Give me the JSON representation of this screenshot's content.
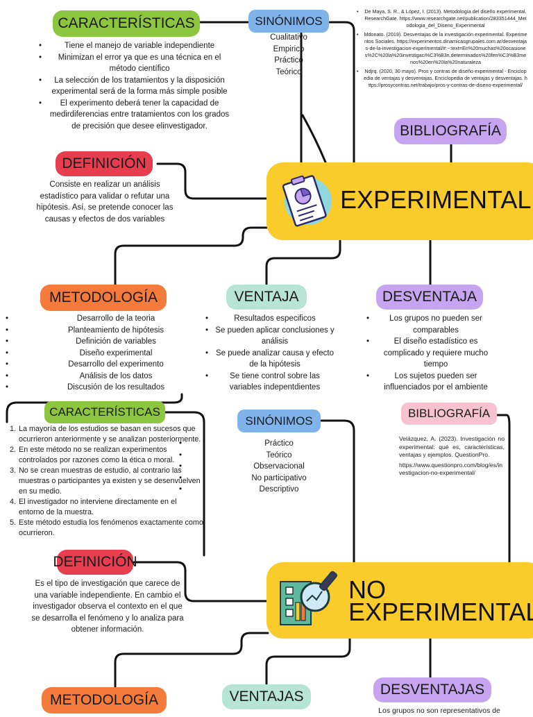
{
  "top": {
    "caracteristicas": {
      "label": "CARACTERÍSTICAS",
      "items": [
        "Tiene el manejo de variable independiente",
        "Minimizan el error ya que es una técnica  en el método científico",
        "La selección de los tratamientos y la disposición experimental será de la forma más simple posible",
        "El experimento deberá tener la capacidad de medirdiferencias entre tratamientos con los grados de precisión que desee elinvestigador."
      ]
    },
    "sinonimos": {
      "label": "SINÓNIMOS",
      "items": [
        "Cualitativo",
        "Empirico",
        "Práctico",
        "Teórico"
      ]
    },
    "bibliografia": {
      "label": "BIBLIOGRAFÍA",
      "items": [
        "De Maya, S. R., & López, I. (2013). Metodología del diseño experimental. ResearchGate. https://www.researchgate.net/publication/283351444_Metodologia_del_Diseno_Experimental",
        "Mdonato. (2019). Desventajas de la investigación experimental. Experimentos Sociales. https://experimentos.dinamicasgrupales.com.ar/desventajas-de-la-investigacion-experimental/#:~:text=En%20muchas%20ocasiones%2C%20la%20investigaci%C3%B3n,determinados%20fen%C3%B3menos%20en%20la%20naturaleza",
        "Ndjrq. (2020, 30 mayo). Pros y contras de diseño experimental - Enciclopedia de ventajas y desventajas. Enciclopedia de ventajas y desventajas. https://prosycontras.net/trabajo/pros-y-contras-de-diseno-experimental/"
      ]
    },
    "definicion": {
      "label": "DEFINICIÓN",
      "text": "Consiste en realizar un análisis estadístico para validar o refutar una hipótesis. Así, se pretende conocer las causas y efectos de dos variables"
    },
    "title": "EXPERIMENTAL",
    "metodologia": {
      "label": "METODOLOGÍA",
      "items": [
        "Desarrollo de la teoria",
        "Planteamiento de hipótesis",
        "Definición de variables",
        "Diseño experimental",
        "Desarrollo del experimento",
        "Análisis de los datos",
        "Discusión de los resultados"
      ]
    },
    "ventaja": {
      "label": "VENTAJA",
      "items": [
        "Resultados especificos",
        "Se pueden aplicar conclusiones y análisis",
        "Se puede analizar causa y efecto de la hipótesis",
        "Se tiene control sobre las variables indepentdientes"
      ]
    },
    "desventaja": {
      "label": "DESVENTAJA",
      "items": [
        "Los grupos no pueden ser comparables",
        "El diseño estadístico es complicado y requiere mucho tiempo",
        "Los sujetos pueden ser influenciados por el ambiente"
      ]
    }
  },
  "bottom": {
    "caracteristicas": {
      "label": "CARACTERÍSTICAS",
      "items": [
        "La mayoría de los estudios se basan en sucesos que ocurrieron anteriormente y se analizan posteriormente.",
        "En este método no se realizan experimentos controlados por razones como la ética o moral.",
        "No se crean muestras de estudio, al contrario las muestras o participantes ya existen y se desenvuelven en su medio.",
        "El investigador no interviene directamente en el entorno de la muestra.",
        "Este método estudia los fenómenos exactamente como ocurrieron."
      ]
    },
    "sinonimos": {
      "label": "SINÓNIMOS",
      "items": [
        "Práctico",
        "Teórico",
        "Observacional",
        "No participativo",
        "Descriptivo"
      ]
    },
    "bibliografia": {
      "label": "BIBLIOGRAFÍA",
      "text": "Velázquez, A. (2023). Investigación no experimental: qué es, características, ventajas y ejemplos. QuestionPro.",
      "url": "https://www.questionpro.com/blog/es/investigacion-no-experimental/"
    },
    "definicion": {
      "label": "DEFINICIÓN",
      "text": "Es el tipo de investigación que carece de una variable independiente. En cambio el investigador observa el contexto en el que se desarrolla el fenómeno y lo analiza para obtener información."
    },
    "title_line1": "NO",
    "title_line2": "EXPERIMENTAL",
    "metodologia": {
      "label": "METODOLOGÍA"
    },
    "ventajas": {
      "label": "VENTAJAS"
    },
    "desventajas": {
      "label": "DESVENTAJAS",
      "partial": "Los grupos no son representativos de"
    }
  },
  "colors": {
    "green": "#8cc63f",
    "blue": "#7fb3ea",
    "purple": "#c6a4ef",
    "red": "#e63e4e",
    "orange": "#f47b3b",
    "mint": "#b7e4d4",
    "pink": "#f7c3d3",
    "yellow": "#f9cb2b"
  },
  "icons": [
    "clipboard-chart-icon",
    "magnifier-data-icon"
  ]
}
